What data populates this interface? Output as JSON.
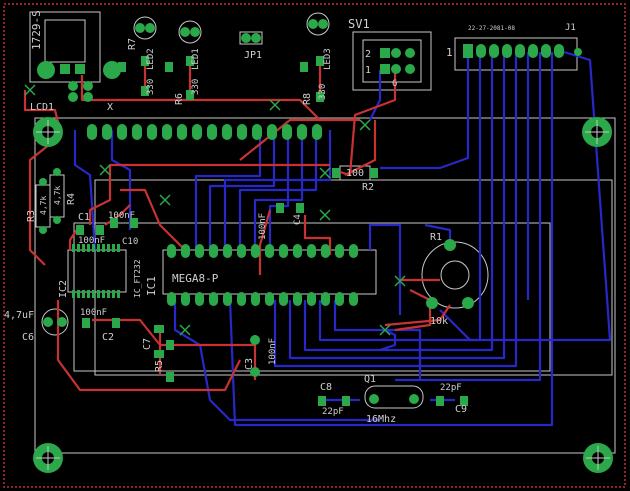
{
  "colors": {
    "background": "#000000",
    "top_copper": "#c83232",
    "bottom_copper": "#2828c8",
    "pad": "#2aa84a",
    "silkscreen": "#c8c8c8",
    "dimension": "#c03030",
    "via": "#2aa84a"
  },
  "labels": {
    "lcd_conn": "1729-S",
    "lcd": "LCD1",
    "x_mark": "X",
    "r7": "R7",
    "led2": "LED2",
    "r7_val": "330",
    "r6": "R6",
    "led1": "LED1",
    "r6_val": "330",
    "jp1": "JP1",
    "r8": "R8",
    "led3": "LED3",
    "r8_val": "330",
    "sv1": "SV1",
    "sv1_pin2": "2",
    "sv1_pin1": "1",
    "sv1_pin6": "6",
    "j1_part": "22-27-2081-08",
    "j1": "J1",
    "j1_pin1": "1",
    "r2_val": "100",
    "r2": "R2",
    "r3": "R3",
    "r3_val": "4,7k",
    "r4": "R4",
    "r4_val": "4,7k",
    "c1": "C1",
    "c1_val": "100nF",
    "c10_val": "100nF",
    "c10": "C10",
    "c4_val": "100nF",
    "c4": "C4",
    "ic2": "IC2",
    "ic2_type": "IC_FT232",
    "ic1": "IC1",
    "mega": "MEGA8-P",
    "r1": "R1",
    "r1_val": "10k",
    "c6_val": "4,7uF",
    "c6": "C6",
    "c2_val": "100nF",
    "c2": "C2",
    "c7": "C7",
    "r5": "R5",
    "c3": "C3",
    "c3_val": "100nF",
    "c8": "C8",
    "q1": "Q1",
    "c8_val": "22pF",
    "crystal": "16Mhz",
    "c9_val": "22pF",
    "c9": "C9"
  }
}
